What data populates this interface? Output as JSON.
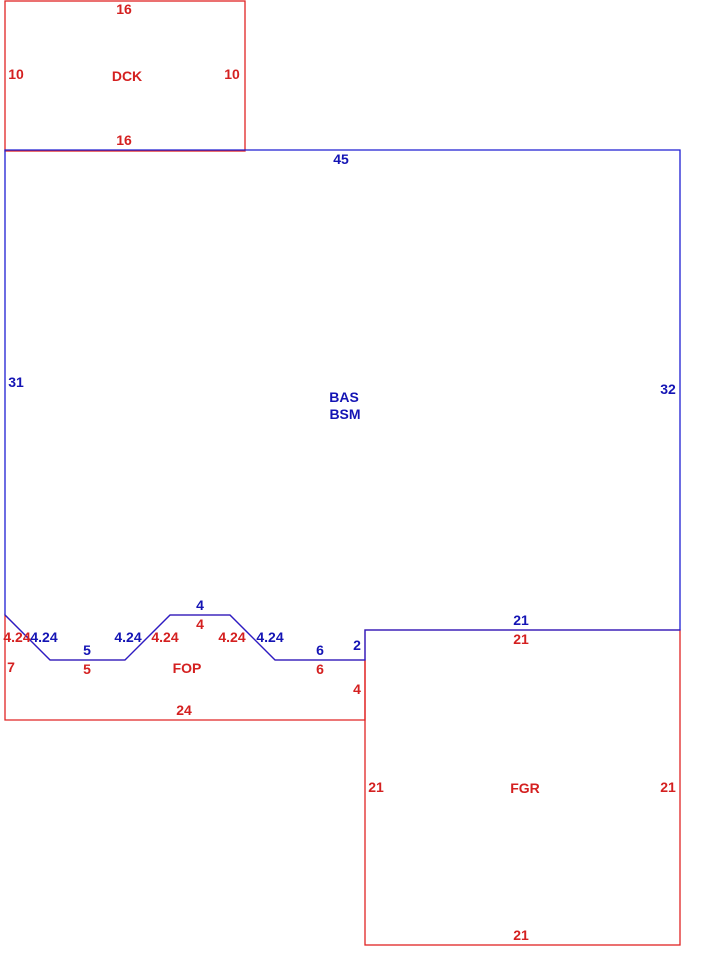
{
  "colors": {
    "red": "#d42020",
    "blue": "#1414b4"
  },
  "areas": {
    "dck": {
      "code": "DCK",
      "top": "16",
      "bottom": "16",
      "left": "10",
      "right": "10"
    },
    "bas": {
      "code_1": "BAS",
      "code_2": "BSM",
      "top": "45",
      "left": "31",
      "right": "32",
      "bottom_right": "21",
      "notch_step": "2",
      "porch_edges": {
        "diag_left_1": "4.24",
        "low_left": "5",
        "diag_left_2": "4.24",
        "top": "4",
        "diag_right_1": "4.24",
        "low_right": "6"
      }
    },
    "fop": {
      "code": "FOP",
      "left_diag": "4.24",
      "left": "7",
      "low_left": "5",
      "diag_2": "4.24",
      "top": "4",
      "diag_3": "4.24",
      "low_right": "6",
      "right": "4",
      "bottom": "24"
    },
    "fgr": {
      "code": "FGR",
      "top": "21",
      "bottom": "21",
      "left": "21",
      "right": "21"
    }
  }
}
